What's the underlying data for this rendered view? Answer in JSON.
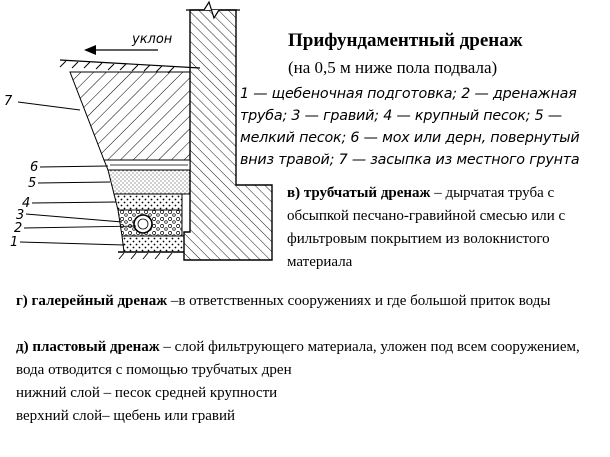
{
  "title": "Прифундаментный дренаж",
  "subtitle": "(на 0,5 м ниже пола подвала)",
  "legend_text": "1 — щебеночная подготовка; 2 — дренажная труба; 3 — гравий; 4 — крупный песок; 5 — мелкий песок; 6 — мох или дерн, повернутый вниз травой; 7 — засыпка из местного грунта",
  "diagram": {
    "slope_label": "уклон",
    "labels": [
      "7",
      "6",
      "5",
      "4",
      "3",
      "2",
      "1"
    ]
  },
  "sections": {
    "tubular": {
      "head": "в) трубчатый дренаж",
      "body": " – дырчатая труба с обсыпкой песчано-гравийной смесью или с фильтровым покрытием из волокнистого материала"
    },
    "gallery": {
      "head": "г) галерейный дренаж",
      "body": " –в ответственных сооружениях и где большой приток воды"
    },
    "layered": {
      "head": "д) пластовый дренаж",
      "body": " – слой фильтрующего материала, уложен под всем сооружением, вода отводится с помощью трубчатых дрен"
    }
  },
  "lower_layer": "нижний слой – песок средней крупности",
  "upper_layer": "верхний слой– щебень или гравий"
}
